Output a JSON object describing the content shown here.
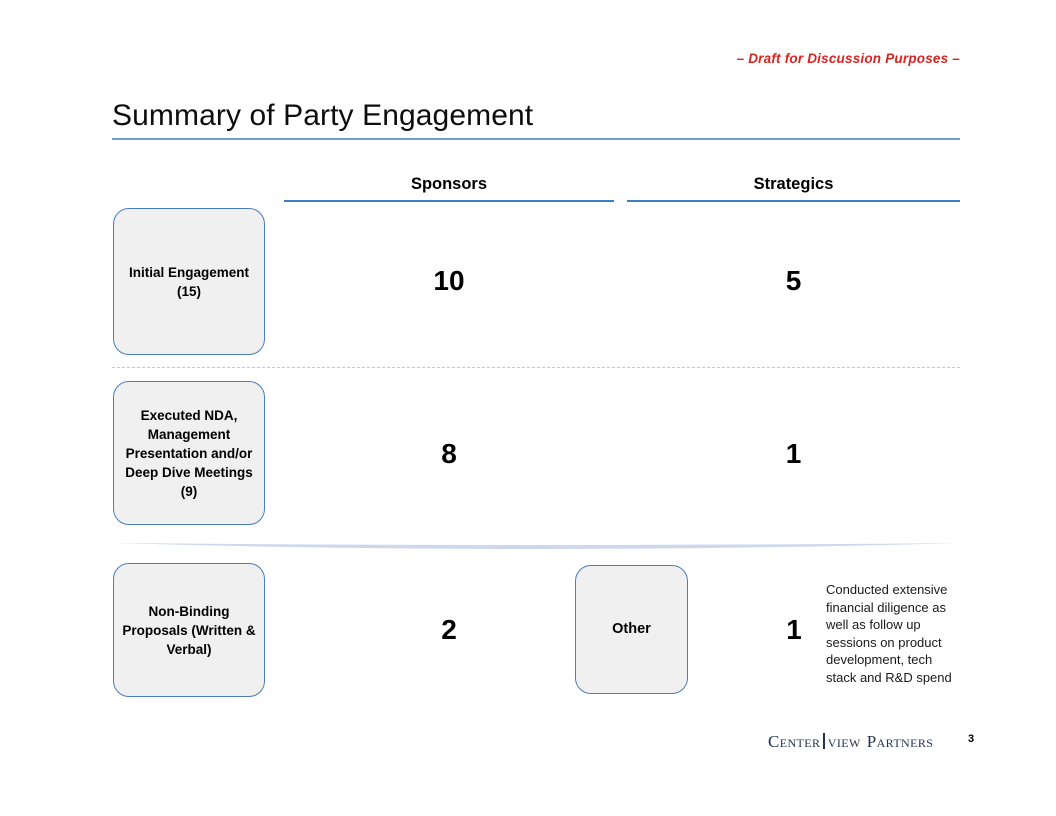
{
  "header": {
    "draft_stamp": "– Draft for Discussion Purposes –",
    "draft_color": "#d9241f"
  },
  "title": "Summary of Party Engagement",
  "columns": [
    {
      "label": "Sponsors"
    },
    {
      "label": "Strategics"
    }
  ],
  "rows": [
    {
      "stage_label": "Initial Engagement (15)",
      "sponsors_value": "10",
      "strategics_value": "5"
    },
    {
      "stage_label": "Executed NDA, Management Presentation and/or Deep Dive Meetings (9)",
      "sponsors_value": "8",
      "strategics_value": "1"
    },
    {
      "stage_label": "Non-Binding Proposals (Written & Verbal)",
      "sponsors_value": "2",
      "strategics_value": "1",
      "other_label": "Other",
      "annotation": "Conducted extensive financial diligence as well as follow up sessions on product development, tech stack and R&D spend"
    }
  ],
  "footer": {
    "logo_word_1": "Center",
    "logo_word_2": "view",
    "logo_word_3": "Partners",
    "page_number": "3"
  },
  "colors": {
    "accent_blue": "#4a7ebb",
    "rule_blue": "#3c7fc4",
    "title_rule_blue": "#6f9fd0",
    "box_fill": "#f0f0f0",
    "divider_gray": "#c8c8c8",
    "lens_blue": "#ccd8ee",
    "logo_navy": "#23334d"
  }
}
